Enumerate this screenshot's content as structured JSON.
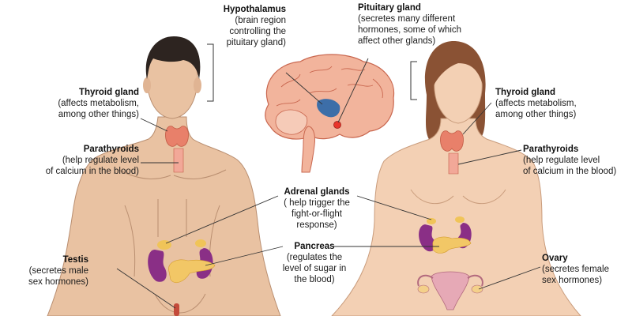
{
  "labels": {
    "hypothalamus": {
      "title": "Hypothalamus",
      "lines": [
        "(brain region",
        "controlling the",
        "pituitary gland)"
      ]
    },
    "pituitary": {
      "title": "Pituitary gland",
      "lines": [
        "(secretes many different",
        "hormones, some of which",
        "affect other glands)"
      ]
    },
    "thyroid_left": {
      "title": "Thyroid gland",
      "lines": [
        "(affects metabolism,",
        "among other things)"
      ]
    },
    "thyroid_right": {
      "title": "Thyroid gland",
      "lines": [
        "(affects metabolism,",
        "among other things)"
      ]
    },
    "parathyroid_left": {
      "title": "Parathyroids",
      "lines": [
        "(help regulate level",
        "of calcium in the blood)"
      ]
    },
    "parathyroid_right": {
      "title": "Parathyroids",
      "lines": [
        "(help regulate level",
        "of calcium in the blood)"
      ]
    },
    "adrenal": {
      "title": "Adrenal glands",
      "lines": [
        "( help trigger the",
        "fight-or-flight",
        "response)"
      ]
    },
    "pancreas": {
      "title": "Pancreas",
      "lines": [
        "(regulates the",
        "level of sugar in",
        "the blood)"
      ]
    },
    "testis": {
      "title": "Testis",
      "lines": [
        "(secretes male",
        "sex hormones)"
      ]
    },
    "ovary": {
      "title": "Ovary",
      "lines": [
        "(secretes female",
        "sex hormones)"
      ]
    }
  },
  "colors": {
    "skin_male": "#e9c2a2",
    "skin_female": "#f3d0b4",
    "hair_male": "#2d2420",
    "hair_female": "#8a5234",
    "brain": "#f2b49c",
    "brain_outline": "#c9674f",
    "thyroid": "#e8806a",
    "kidney": "#8a2f86",
    "adrenal": "#f0c458",
    "pancreas": "#f2c766",
    "uterus": "#e6a9b6",
    "leader_line": "#333333"
  }
}
